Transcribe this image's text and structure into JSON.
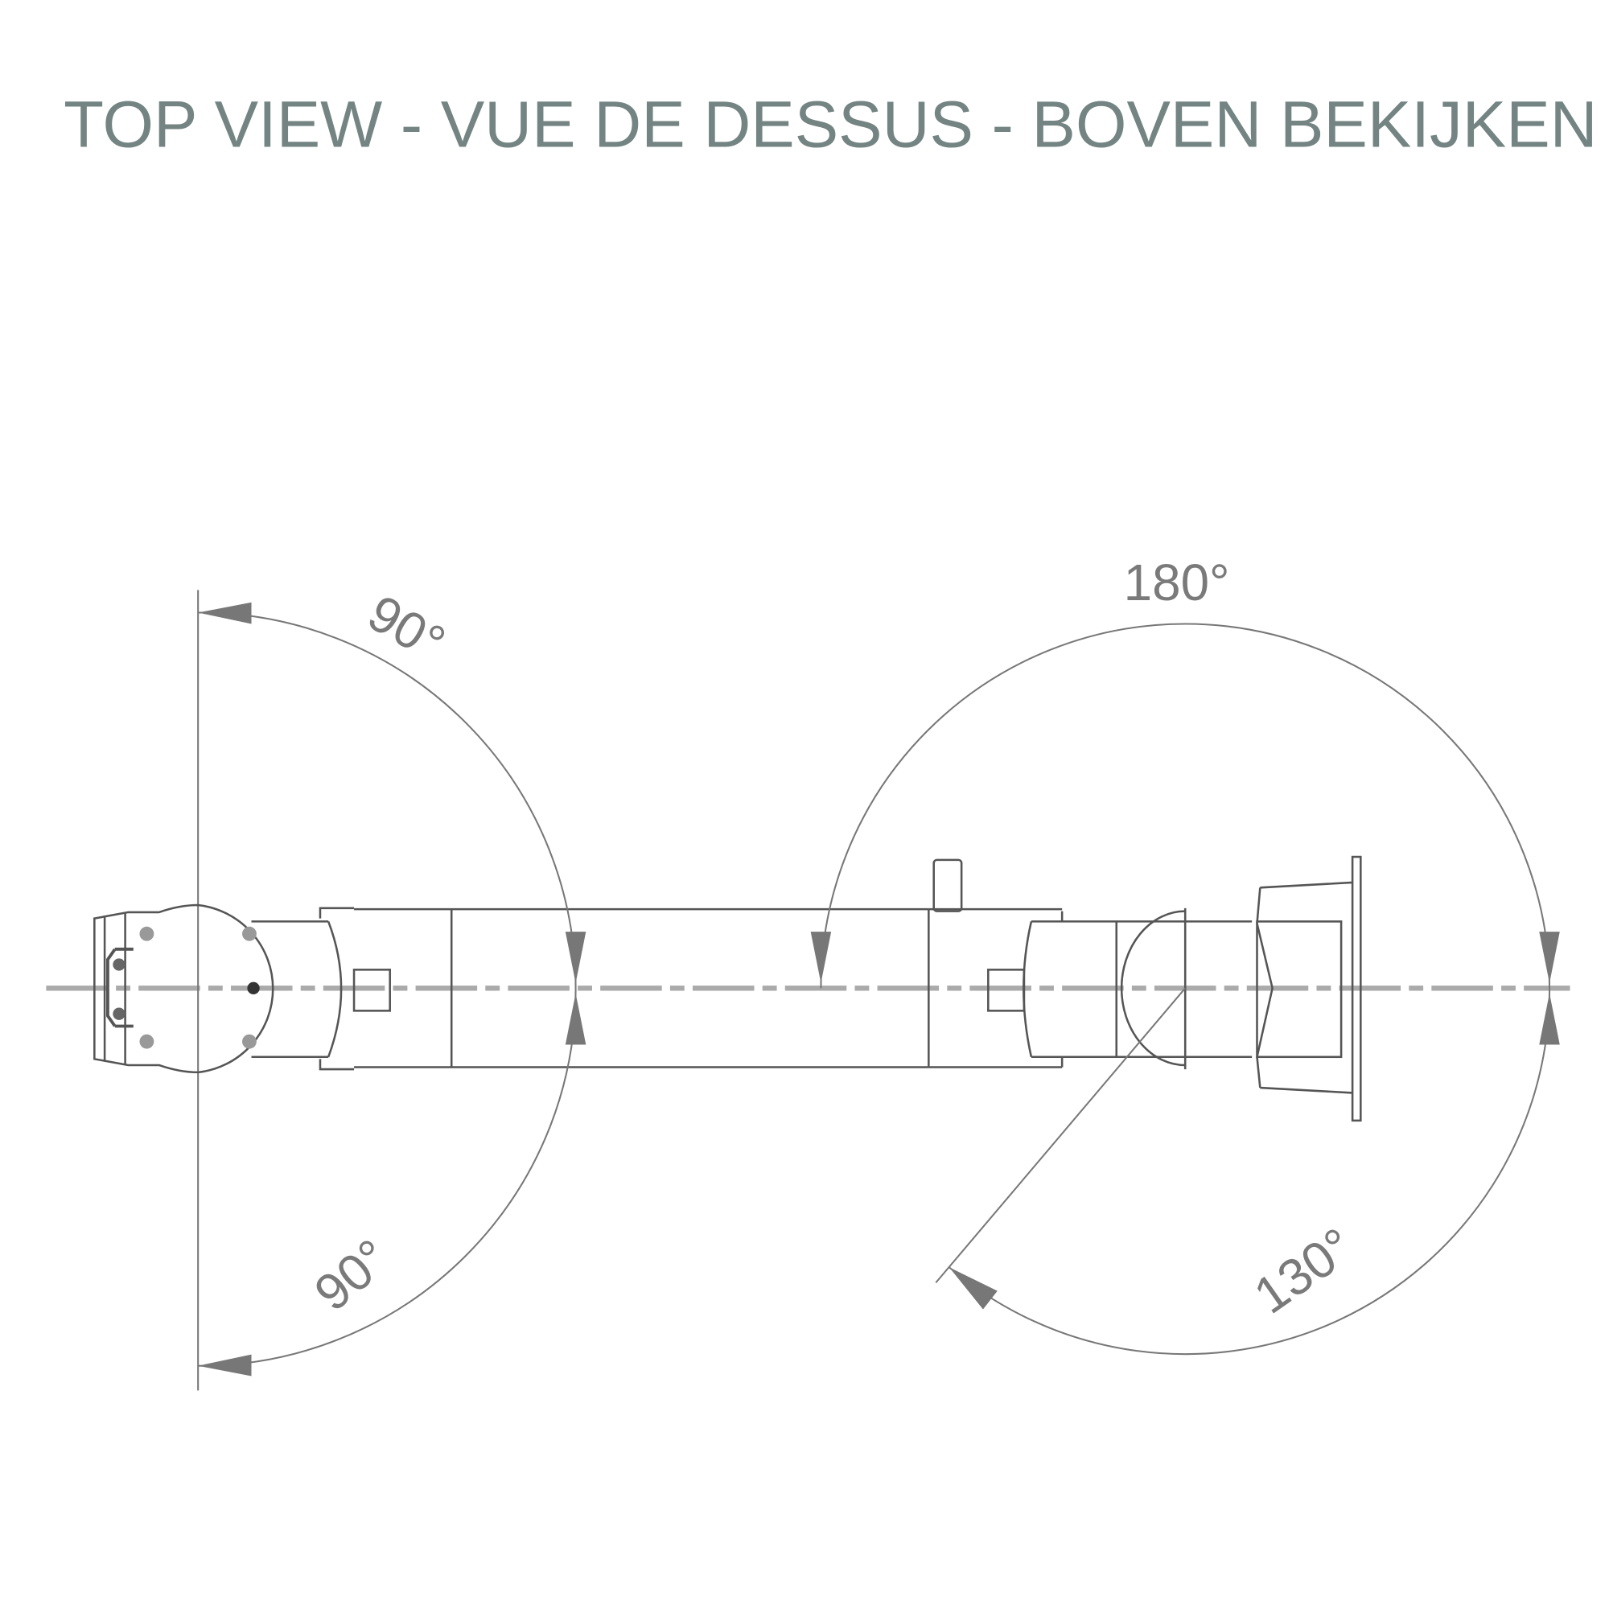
{
  "title": "TOP VIEW - VUE DE DESSUS - BOVEN BEKIJKEN",
  "angles": {
    "left_top": "90°",
    "left_bottom": "90°",
    "right_top": "180°",
    "right_bottom": "130°"
  },
  "colors": {
    "title": "#738482",
    "lines": "#555555",
    "centerline": "#aaaaaa"
  }
}
